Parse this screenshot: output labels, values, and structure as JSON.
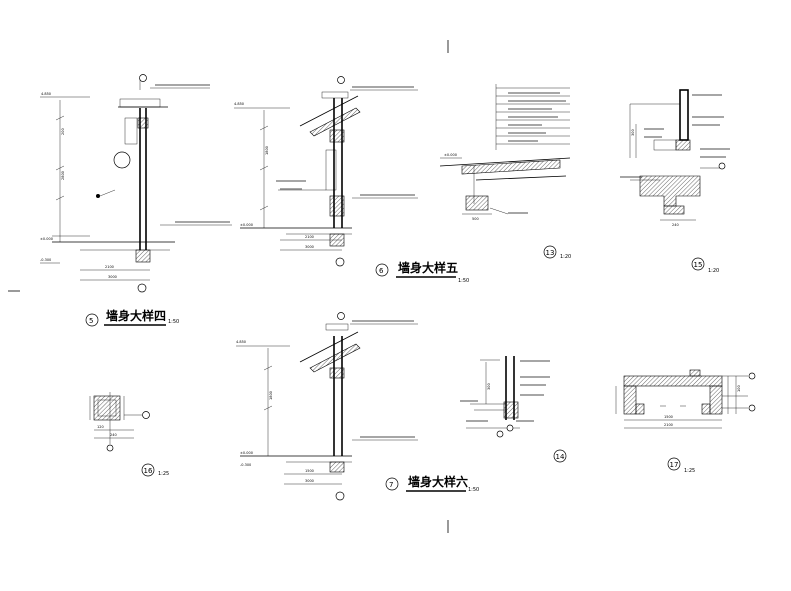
{
  "details": [
    {
      "num": "5",
      "title": "墙身大样四",
      "scale": "1:50"
    },
    {
      "num": "6",
      "title": "墙身大样五",
      "scale": "1:50"
    },
    {
      "num": "7",
      "title": "墙身大样六",
      "scale": "1:50"
    },
    {
      "num": "13",
      "scale": "1:20"
    },
    {
      "num": "14",
      "scale": ""
    },
    {
      "num": "15",
      "scale": "1:20"
    },
    {
      "num": "16",
      "scale": "1:25"
    },
    {
      "num": "17",
      "scale": "1:25"
    }
  ],
  "elevations": {
    "e1": "4.850",
    "e2": "±0.000",
    "e3": "-0.300",
    "e4": "4.850",
    "e5": "±0.000",
    "e6": "-0.300"
  },
  "dims": {
    "d1": "200",
    "d2": "2800",
    "d3": "1800",
    "d4": "3000",
    "d5": "500",
    "d6": "1500",
    "d7": "2100",
    "d8": "300",
    "d9": "120",
    "d10": "240",
    "d11": "100"
  }
}
